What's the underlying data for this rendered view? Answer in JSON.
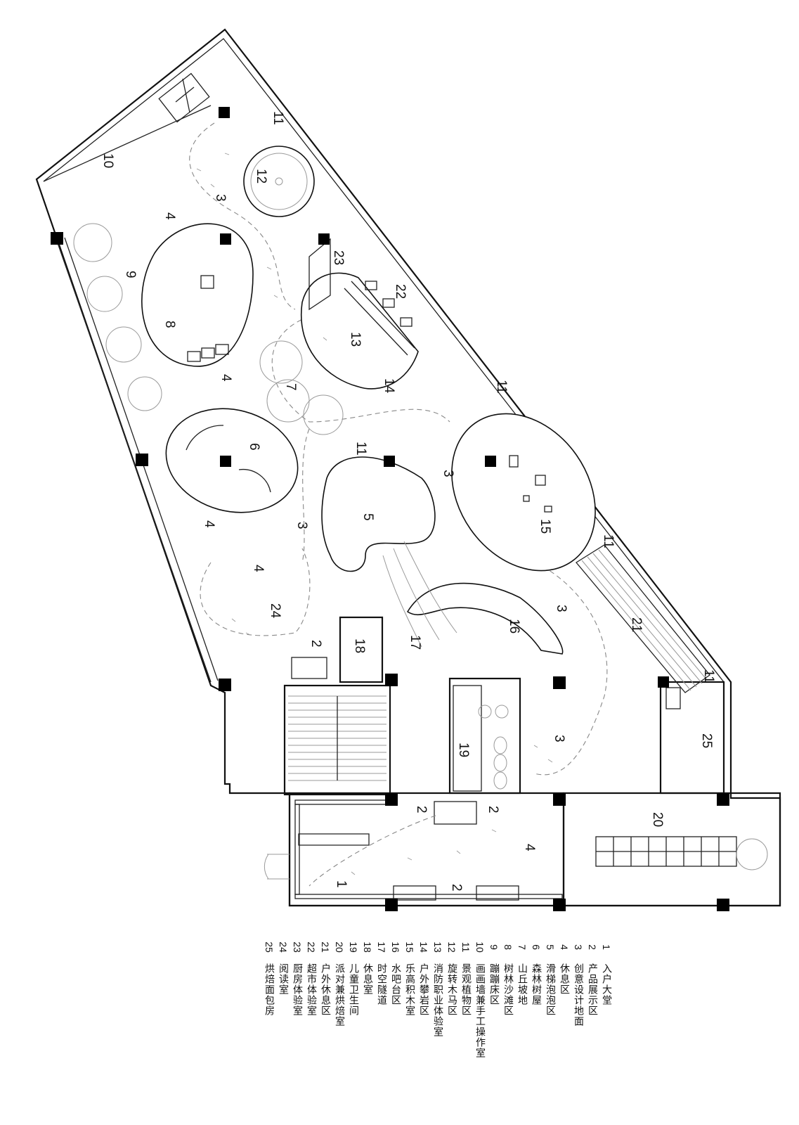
{
  "zone_labels": [
    {
      "id": "1",
      "text": "1"
    },
    {
      "id": "2a",
      "text": "2"
    },
    {
      "id": "2b",
      "text": "2"
    },
    {
      "id": "2c",
      "text": "2"
    },
    {
      "id": "2d",
      "text": "2"
    },
    {
      "id": "3a",
      "text": "3"
    },
    {
      "id": "3b",
      "text": "3"
    },
    {
      "id": "3c",
      "text": "3"
    },
    {
      "id": "3d",
      "text": "3"
    },
    {
      "id": "3e",
      "text": "3"
    },
    {
      "id": "4a",
      "text": "4"
    },
    {
      "id": "4b",
      "text": "4"
    },
    {
      "id": "4c",
      "text": "4"
    },
    {
      "id": "4d",
      "text": "4"
    },
    {
      "id": "4e",
      "text": "4"
    },
    {
      "id": "5",
      "text": "5"
    },
    {
      "id": "6",
      "text": "6"
    },
    {
      "id": "7",
      "text": "7"
    },
    {
      "id": "8",
      "text": "8"
    },
    {
      "id": "9",
      "text": "9"
    },
    {
      "id": "10",
      "text": "10"
    },
    {
      "id": "11a",
      "text": "11"
    },
    {
      "id": "11b",
      "text": "11"
    },
    {
      "id": "11c",
      "text": "11"
    },
    {
      "id": "11d",
      "text": "11"
    },
    {
      "id": "11e",
      "text": "11"
    },
    {
      "id": "12",
      "text": "12"
    },
    {
      "id": "13",
      "text": "13"
    },
    {
      "id": "14",
      "text": "14"
    },
    {
      "id": "15",
      "text": "15"
    },
    {
      "id": "16",
      "text": "16"
    },
    {
      "id": "17",
      "text": "17"
    },
    {
      "id": "18",
      "text": "18"
    },
    {
      "id": "19",
      "text": "19"
    },
    {
      "id": "20",
      "text": "20"
    },
    {
      "id": "21",
      "text": "21"
    },
    {
      "id": "22",
      "text": "22"
    },
    {
      "id": "23",
      "text": "23"
    },
    {
      "id": "24",
      "text": "24"
    },
    {
      "id": "25",
      "text": "25"
    }
  ],
  "legend": [
    {
      "num": "1",
      "name": "入户大堂"
    },
    {
      "num": "2",
      "name": "产品展示区"
    },
    {
      "num": "3",
      "name": "创意设计地面"
    },
    {
      "num": "4",
      "name": "休息区"
    },
    {
      "num": "5",
      "name": "滑梯泡泡区"
    },
    {
      "num": "6",
      "name": "森林树屋"
    },
    {
      "num": "7",
      "name": "山丘坡地"
    },
    {
      "num": "8",
      "name": "树林沙滩区"
    },
    {
      "num": "9",
      "name": "蹦蹦床区"
    },
    {
      "num": "10",
      "name": "画画墙兼手工操作室"
    },
    {
      "num": "11",
      "name": "景观植物区"
    },
    {
      "num": "12",
      "name": "旋转木马区"
    },
    {
      "num": "13",
      "name": "消防职业体验室"
    },
    {
      "num": "14",
      "name": "户外攀岩区"
    },
    {
      "num": "15",
      "name": "乐高积木室"
    },
    {
      "num": "16",
      "name": "水吧台区"
    },
    {
      "num": "17",
      "name": "时空隧道"
    },
    {
      "num": "18",
      "name": "休息室"
    },
    {
      "num": "19",
      "name": "儿童卫生间"
    },
    {
      "num": "20",
      "name": "派对兼烘焙室"
    },
    {
      "num": "21",
      "name": "户外休息区"
    },
    {
      "num": "22",
      "name": "超市体验室"
    },
    {
      "num": "23",
      "name": "厨房体验室"
    },
    {
      "num": "24",
      "name": "阅读室"
    },
    {
      "num": "25",
      "name": "烘焙面包房"
    }
  ]
}
